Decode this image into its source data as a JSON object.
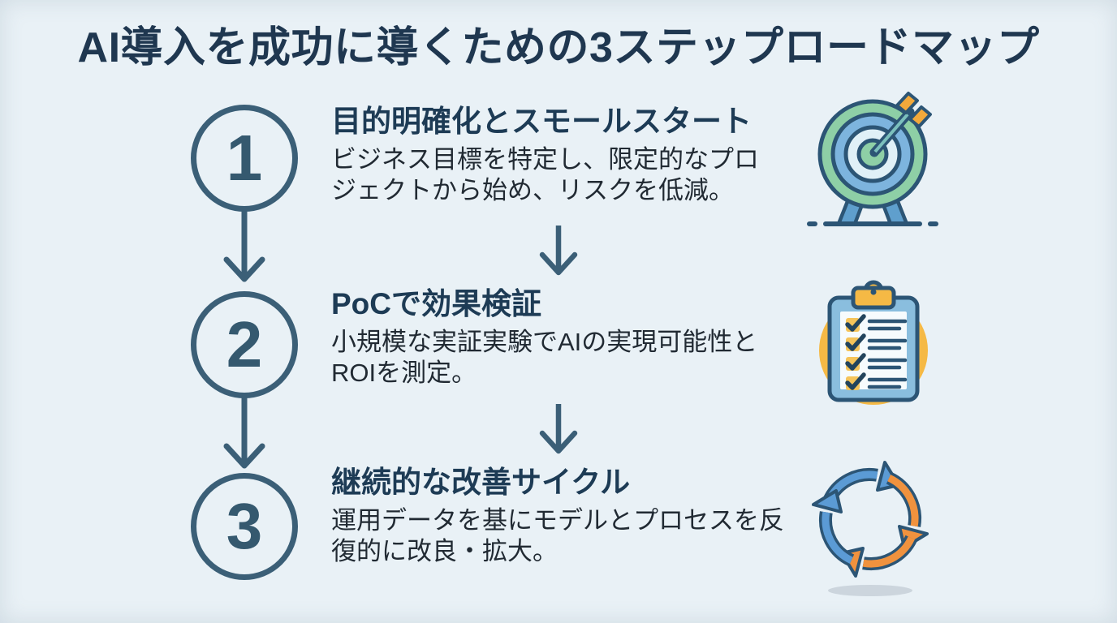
{
  "title": "AI導入を成功に導くための3ステップロードマップ",
  "colors": {
    "background": "#e9f1f6",
    "title_navy": "#1f3750",
    "heading_navy": "#1d3b55",
    "body_text": "#212a33",
    "circle_slate": "#3b5f77",
    "icon_outline_navy": "#2c5575",
    "icon_blue": "#5b9bd5",
    "icon_green": "#8ecfa6",
    "icon_orange": "#f2a93b",
    "shadow_gray": "#ccd5dd"
  },
  "steps": [
    {
      "number": "1",
      "heading": "目的明確化とスモールスタート",
      "desc_line1": "ビジネス目標を特定し、限定的なプロ",
      "desc_line2": "ジェクトから始め、リスクを低減。",
      "icon": "target-icon"
    },
    {
      "number": "2",
      "heading": "PoCで効果検証",
      "desc_line1": "小規模な実証実験でAIの実現可能性と",
      "desc_line2": "ROIを測定。",
      "icon": "clipboard-checklist-icon"
    },
    {
      "number": "3",
      "heading": "継続的な改善サイクル",
      "desc_line1": "運用データを基にモデルとプロセスを反",
      "desc_line2": "復的に改良・拡大。",
      "icon": "cycle-icon"
    }
  ]
}
